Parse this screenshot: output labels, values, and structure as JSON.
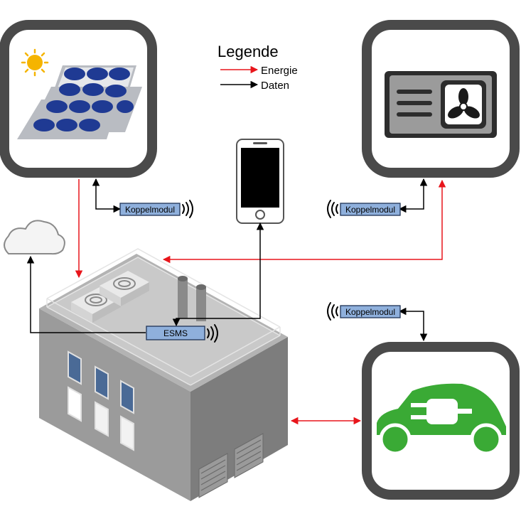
{
  "legend": {
    "title": "Legende",
    "energy_label": "Energie",
    "data_label": "Daten"
  },
  "modules": {
    "solar_module_label": "Koppelmodul",
    "climate_module_label": "Koppelmodul",
    "ev_module_label": "Koppelmodul"
  },
  "esms": {
    "label": "ESMS"
  },
  "colors": {
    "energy": "#e8151b",
    "data": "#000000",
    "module_fill": "#8fb0dc",
    "frame": "#4a4a4a",
    "car": "#3aaa35",
    "panel": "#1f3a93"
  }
}
